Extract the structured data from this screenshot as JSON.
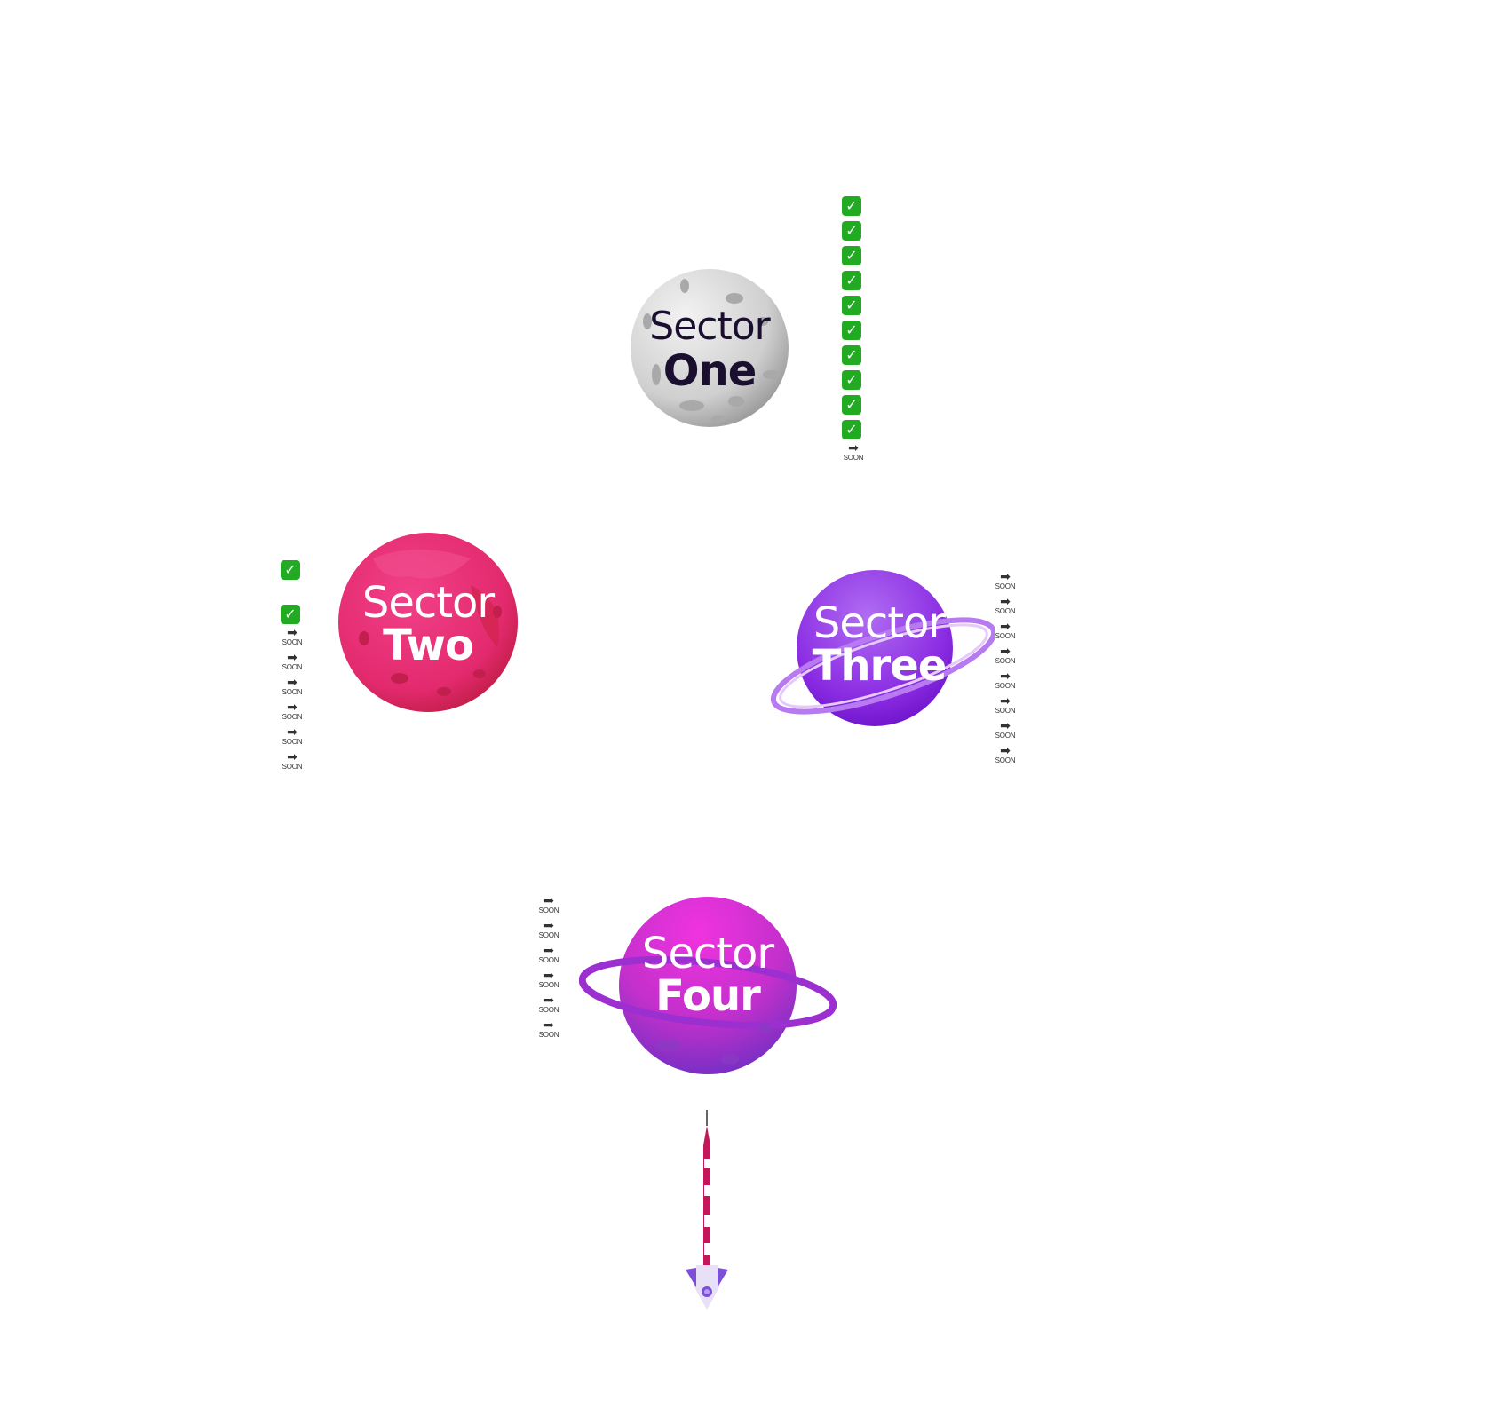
{
  "sectors": [
    {
      "id": "one",
      "word": "Sector",
      "name": "One",
      "completed": 10,
      "soon": 1,
      "soon_label": "SOON",
      "colors": {
        "planet": "#d4d4d4",
        "crater": "#a9a9a9",
        "text": "#1a0f2e"
      }
    },
    {
      "id": "two",
      "word": "Sector",
      "name": "Two",
      "completed": 2,
      "soon": 6,
      "soon_label": "SOON",
      "colors": {
        "planet": "#e32a6e",
        "crater": "#c21f4e",
        "text": "#ffffff"
      }
    },
    {
      "id": "three",
      "word": "Sector",
      "name": "Three",
      "completed": 0,
      "soon": 8,
      "soon_label": "SOON",
      "colors": {
        "planet": "#8a2be2",
        "ring": "#b77af0",
        "text": "#ffffff"
      }
    },
    {
      "id": "four",
      "word": "Sector",
      "name": "Four",
      "completed": 0,
      "soon": 6,
      "soon_label": "SOON",
      "colors": {
        "planet": "#cc33cc",
        "ring": "#9b2fd0",
        "text": "#ffffff"
      }
    }
  ],
  "icons": {
    "completed": "check-box-icon",
    "soon": "right-arrow-icon",
    "rocket": "rocket-icon"
  }
}
